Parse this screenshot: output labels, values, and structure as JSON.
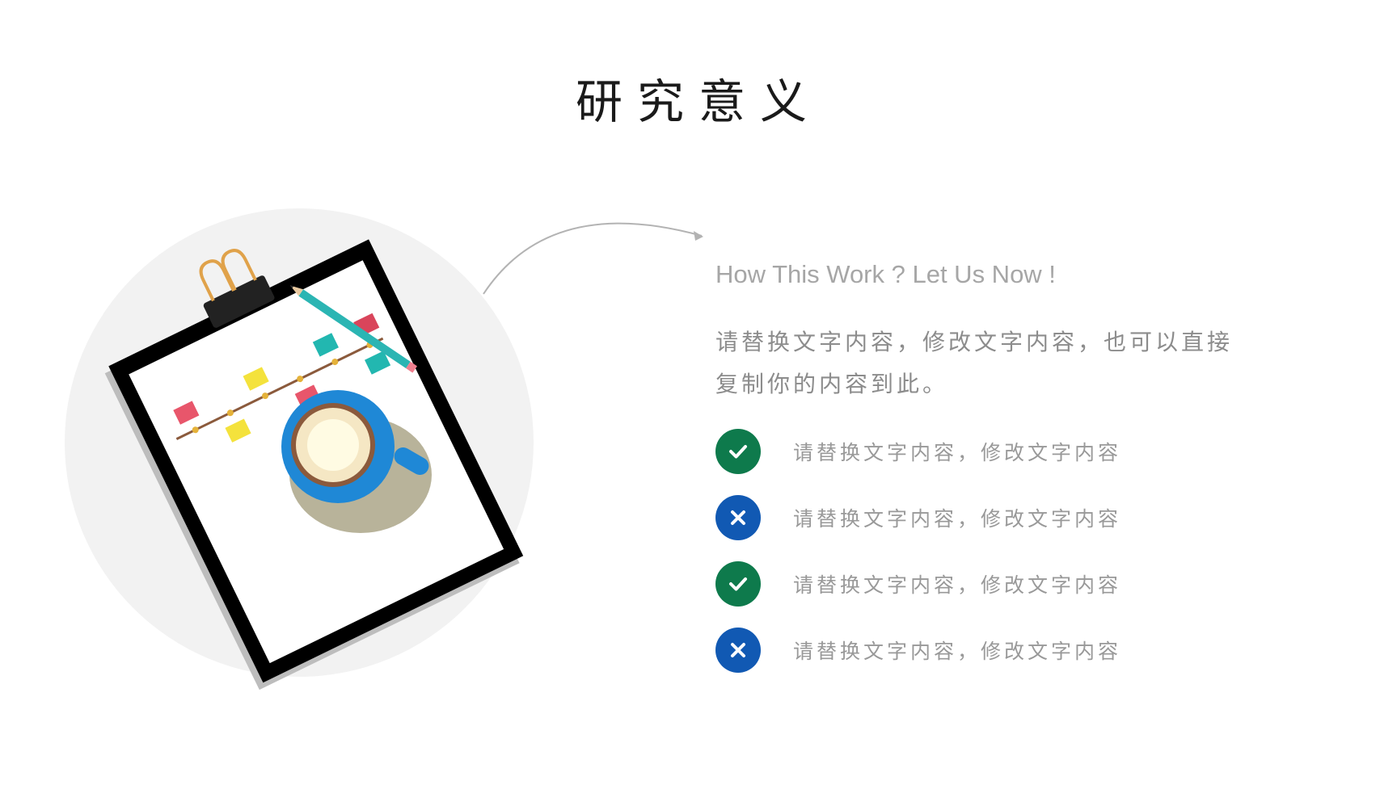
{
  "title": "研究意义",
  "subtitle": "How This Work ? Let Us Now !",
  "description": "请替换文字内容，修改文字内容，也可以直接复制你的内容到此。",
  "items": [
    {
      "text": "请替换文字内容，修改文字内容",
      "icon": "check-icon",
      "color": "#0e7a4c"
    },
    {
      "text": "请替换文字内容，修改文字内容",
      "icon": "close-icon",
      "color": "#1159b3"
    },
    {
      "text": "请替换文字内容，修改文字内容",
      "icon": "check-icon",
      "color": "#0e7a4c"
    },
    {
      "text": "请替换文字内容，修改文字内容",
      "icon": "close-icon",
      "color": "#1159b3"
    }
  ],
  "colors": {
    "check": "#0e7a4c",
    "cross": "#1159b3",
    "circle_bg": "#f2f2f2",
    "arrow": "#b3b3b3"
  },
  "illustration": {
    "icon": "clipboard-coffee-illustration"
  }
}
